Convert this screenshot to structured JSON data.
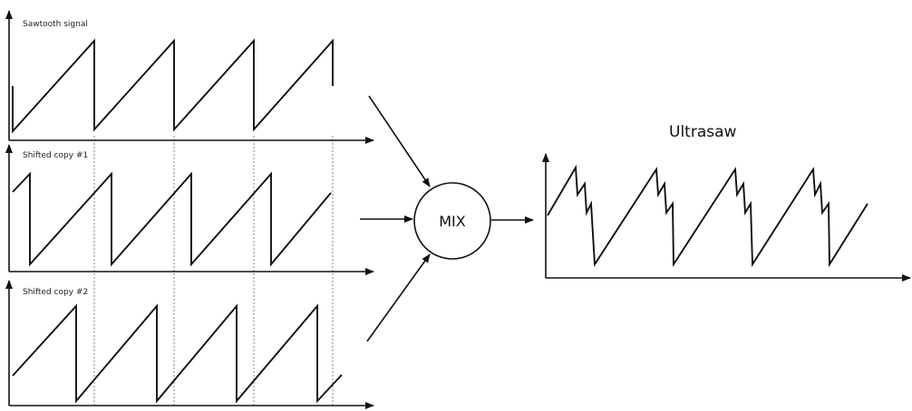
{
  "panels": {
    "sawtooth": {
      "label": "Sawtooth signal"
    },
    "copy1": {
      "label": "Shifted copy #1"
    },
    "copy2": {
      "label": "Shifted copy #2"
    }
  },
  "mixer": {
    "label": "MIX"
  },
  "output": {
    "title": "Ultrasaw"
  }
}
